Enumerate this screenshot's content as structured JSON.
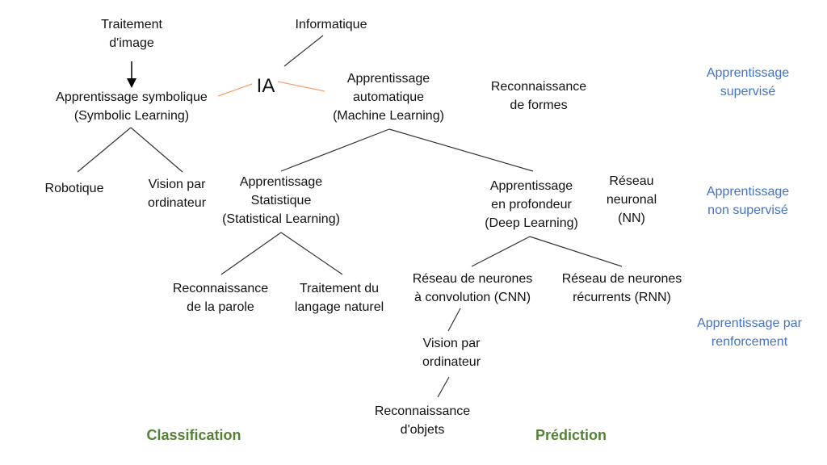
{
  "colors": {
    "line": "#333333",
    "root_link": "#f4a170",
    "category_blue": "#4472c4",
    "task_green": "#548235"
  },
  "diagram": {
    "root": "IA",
    "informatique": "Informatique",
    "traitement_image": [
      "Traitement",
      "d'image"
    ],
    "symbolic": [
      "Apprentissage symbolique",
      "(Symbolic Learning)"
    ],
    "machine": [
      "Apprentissage",
      "automatique",
      "(Machine Learning)"
    ],
    "reconnaissance_formes": [
      "Reconnaissance",
      "de formes"
    ],
    "robotique": "Robotique",
    "vision_symbolic": [
      "Vision par",
      "ordinateur"
    ],
    "statistical": [
      "Apprentissage",
      "Statistique",
      "(Statistical Learning)"
    ],
    "deep": [
      "Apprentissage",
      "en profondeur",
      "(Deep Learning)"
    ],
    "nn": [
      "Réseau",
      "neuronal",
      "(NN)"
    ],
    "parole": [
      "Reconnaissance",
      "de la parole"
    ],
    "langage": [
      "Traitement du",
      "langage naturel"
    ],
    "cnn": [
      "Réseau de neurones",
      "à convolution (CNN)"
    ],
    "rnn": [
      "Réseau de neurones",
      "récurrents (RNN)"
    ],
    "vision_cnn": [
      "Vision par",
      "ordinateur"
    ],
    "objets": [
      "Reconnaissance",
      "d'objets"
    ]
  },
  "side_labels": {
    "supervise": [
      "Apprentissage",
      "supervisé"
    ],
    "non_supervise": [
      "Apprentissage",
      "non supervisé"
    ],
    "renforcement": [
      "Apprentissage par",
      "renforcement"
    ]
  },
  "bottom_labels": {
    "classification": "Classification",
    "prediction": "Prédiction"
  }
}
